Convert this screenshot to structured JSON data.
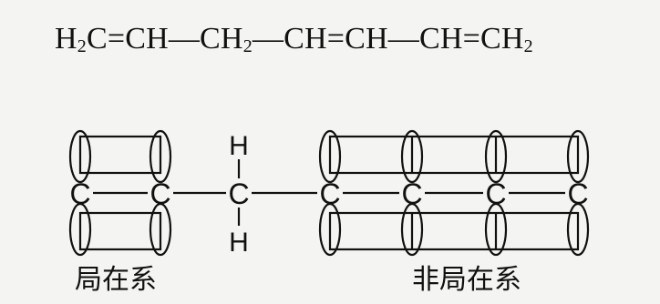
{
  "formula": {
    "parts": [
      {
        "main": "H",
        "sub": "2"
      },
      {
        "main": "C=CH"
      },
      {
        "main": "—CH",
        "sub": "2"
      },
      {
        "main": "—CH=CH—CH=CH",
        "sub": "2"
      }
    ]
  },
  "diagram": {
    "atoms": [
      "C",
      "C",
      "C",
      "C",
      "C",
      "C",
      "C"
    ],
    "hydrogen_top": "H",
    "hydrogen_bottom": "H"
  },
  "captions": {
    "localized": "局在系",
    "delocalized": "非局在系"
  },
  "colors": {
    "ink": "#111111",
    "paper": "#f4f4f2"
  }
}
